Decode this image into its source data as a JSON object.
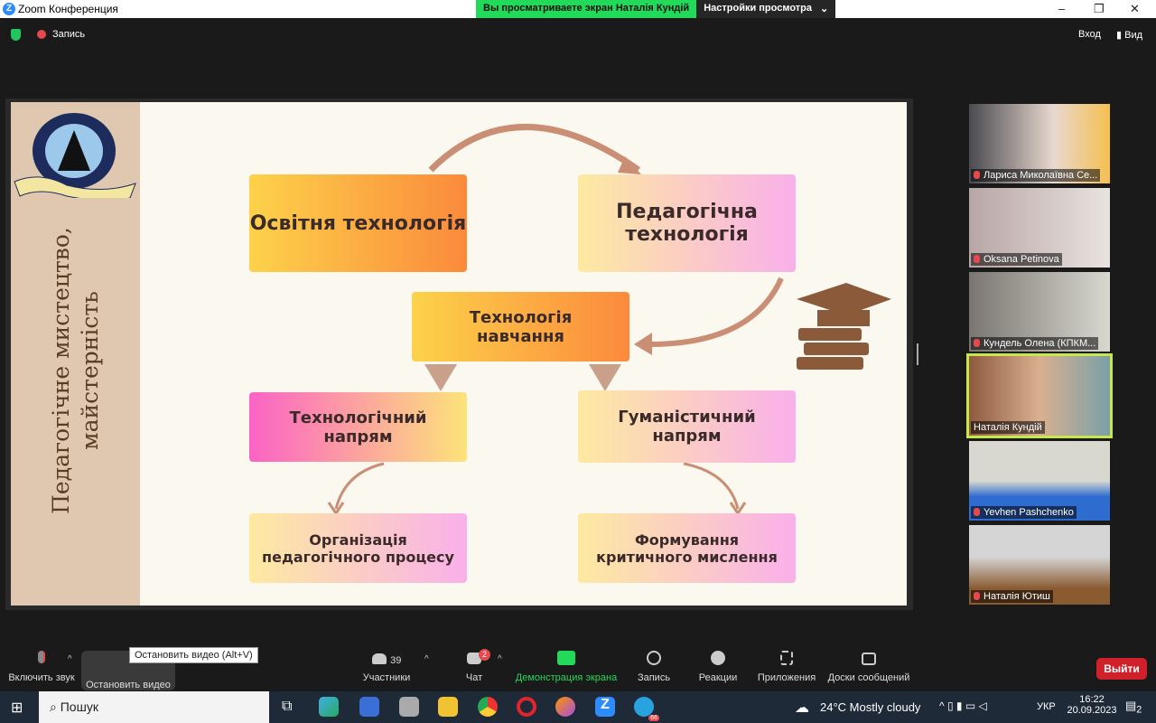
{
  "window": {
    "title": "Zoom Конференция",
    "banner": "Вы просматриваете экран Наталія Кундій",
    "view_settings": "Настройки просмотра",
    "minimize": "–",
    "restore": "❐",
    "close": "✕"
  },
  "topbar": {
    "record": "Запись",
    "enter": "Вход",
    "view": "Вид"
  },
  "slide": {
    "vertical_title_1": "Педагогічне мистецтво,",
    "vertical_title_2": "майстерність",
    "boxes": [
      "Освітня технологія",
      "Педагогічна технологія",
      "Технологія навчання",
      "Технологічний напрям",
      "Гуманістичний напрям",
      "Організація педагогічного процесу",
      "Формування критичного мислення"
    ]
  },
  "participants": [
    "Лариса Миколаївна Се...",
    "Oksana Petinova",
    "Кундель Олена (КПКМ...",
    "Наталія Кундій",
    "Yevhen Pashchenko",
    "Наталія Ютиш"
  ],
  "toolbar": {
    "mute": "Включить звук",
    "video": "Остановить видео",
    "tooltip": "Остановить видео (Alt+V)",
    "participants": "Участники",
    "participants_count": "39",
    "chat": "Чат",
    "chat_badge": "2",
    "share": "Демонстрация экрана",
    "record": "Запись",
    "reactions": "Реакции",
    "apps": "Приложения",
    "whiteboards": "Доски сообщений",
    "leave": "Выйти"
  },
  "taskbar": {
    "search": "Пошук",
    "weather_temp": "24°C",
    "weather_text": "Mostly cloudy",
    "lang": "УКР",
    "time": "16:22",
    "date": "20.09.2023",
    "notif": "2",
    "telegram_badge": "66"
  }
}
